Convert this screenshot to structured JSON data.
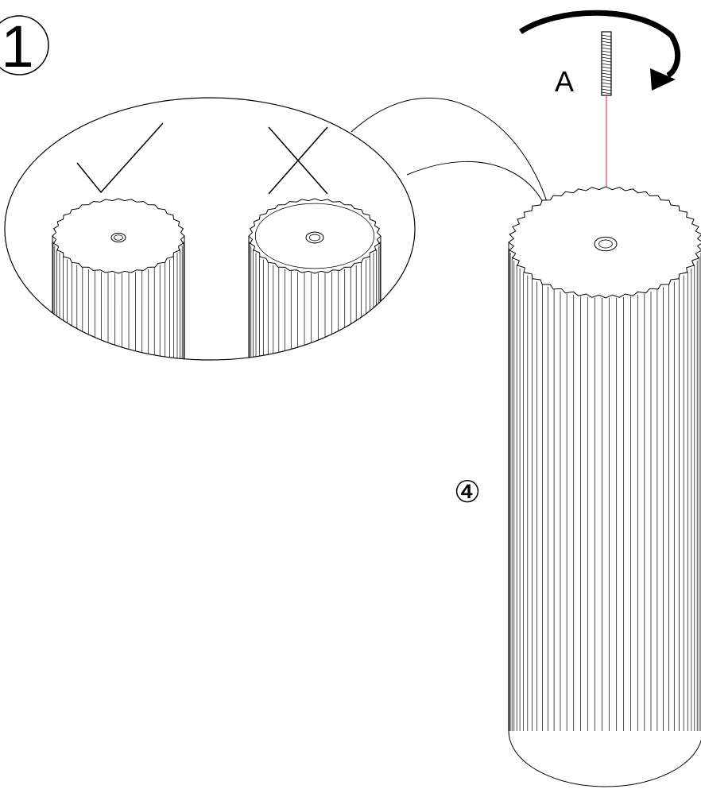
{
  "step": {
    "number": "1",
    "marker_style": "circled"
  },
  "part_label": "④",
  "fastener_label": "A",
  "detail_callout": {
    "correct_icon": "check-mark-icon",
    "incorrect_icon": "x-mark-icon"
  },
  "colors": {
    "line": "#000000",
    "guide_line": "#e0141e",
    "background": "#ffffff"
  }
}
